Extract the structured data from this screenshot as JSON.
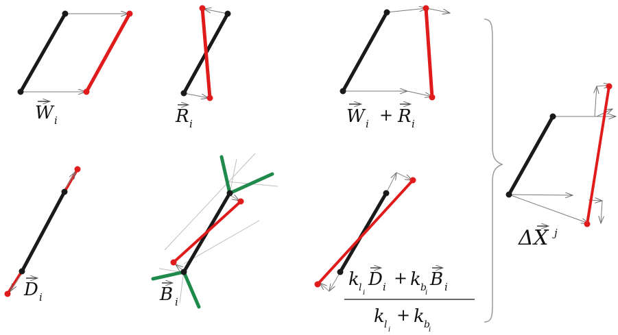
{
  "colors": {
    "segment": "#1a1a1a",
    "moved_segment": "#e01b1b",
    "arrow": "#666666",
    "bend_line": "#1f8a4c",
    "guide": "#bdbdbd"
  },
  "labels": {
    "w_i": {
      "main": "W",
      "sub": "i"
    },
    "r_i": {
      "main": "R",
      "sub": "i"
    },
    "w_plus_r": {
      "main1": "W",
      "sub1": "i",
      "plus": "+",
      "main2": "R",
      "sub2": "i"
    },
    "d_i": {
      "main": "D",
      "sub": "i"
    },
    "b_i": {
      "main": "B",
      "sub": "i"
    },
    "combo": {
      "num_k1": "k",
      "num_k1_sub": "l",
      "num_k1_subsub": "i",
      "num_d": "D",
      "num_d_sub": "i",
      "plus": "+",
      "num_k2": "k",
      "num_k2_sub": "b",
      "num_k2_subsub": "i",
      "num_b": "B",
      "num_b_sub": "i",
      "den_k1": "k",
      "den_k1_sub": "l",
      "den_k1_subsub": "i",
      "den_plus": "+",
      "den_k2": "k",
      "den_k2_sub": "b",
      "den_k2_subsub": "i"
    },
    "delta_x": {
      "delta": "Δ",
      "main": "X",
      "sup": "j"
    }
  },
  "brace": "}"
}
